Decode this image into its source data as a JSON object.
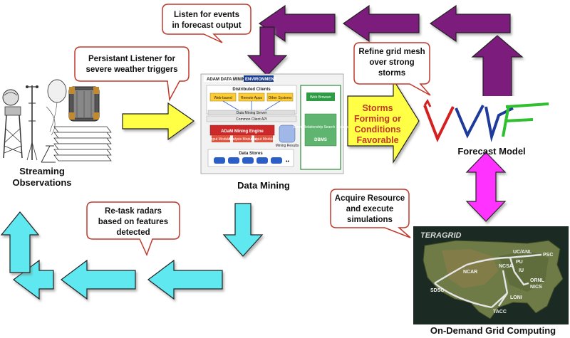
{
  "callouts": {
    "listen": [
      "Listen for events",
      "in forecast output"
    ],
    "persistent": [
      "Persistant Listener for",
      "severe weather triggers"
    ],
    "refine": [
      "Refine grid mesh",
      "over strong",
      "storms"
    ],
    "retask": [
      "Re-task radars",
      "based on features",
      "detected"
    ],
    "acquire": [
      "Acquire Resource",
      "and execute",
      "simulations"
    ]
  },
  "storms_arrow": [
    "Storms",
    "Forming or",
    "Conditions",
    "Favorable"
  ],
  "nodes": {
    "streaming": [
      "Streaming",
      "Observations"
    ],
    "data_mining": "Data Mining",
    "forecast": "Forecast Model",
    "grid": "On-Demand Grid Computing"
  },
  "adam": {
    "title_a": "ADAM DATA MINING",
    "title_b": "ENVIRONMENT",
    "distributed_clients": "Distributed Clients",
    "clients": [
      "Web-based",
      "Remote Apps",
      "Other Systems"
    ],
    "server": "Data Mining Server",
    "api": "Common Client API",
    "engine": "ADaM Mining Engine",
    "modules": [
      "Input Modules",
      "Analysis Modules",
      "Output Modules"
    ],
    "results": "Mining Results",
    "stores": "Data Stores",
    "browser": "Web Browser",
    "search": "Event Relationship Search System",
    "dbms": "DBMS"
  },
  "map": {
    "title": "TERAGRID",
    "sites": [
      "UC/ANL",
      "PSC",
      "NCSA",
      "IU",
      "PU",
      "ORNL",
      "NICS",
      "NCAR",
      "SDSC",
      "LONI",
      "TACC"
    ]
  },
  "colors": {
    "purple": "#7b1a7b",
    "cyan": "#5fe8f0",
    "magenta": "#ff33ff",
    "yellow": "#ffff44",
    "callout_border": "#c0392b"
  }
}
